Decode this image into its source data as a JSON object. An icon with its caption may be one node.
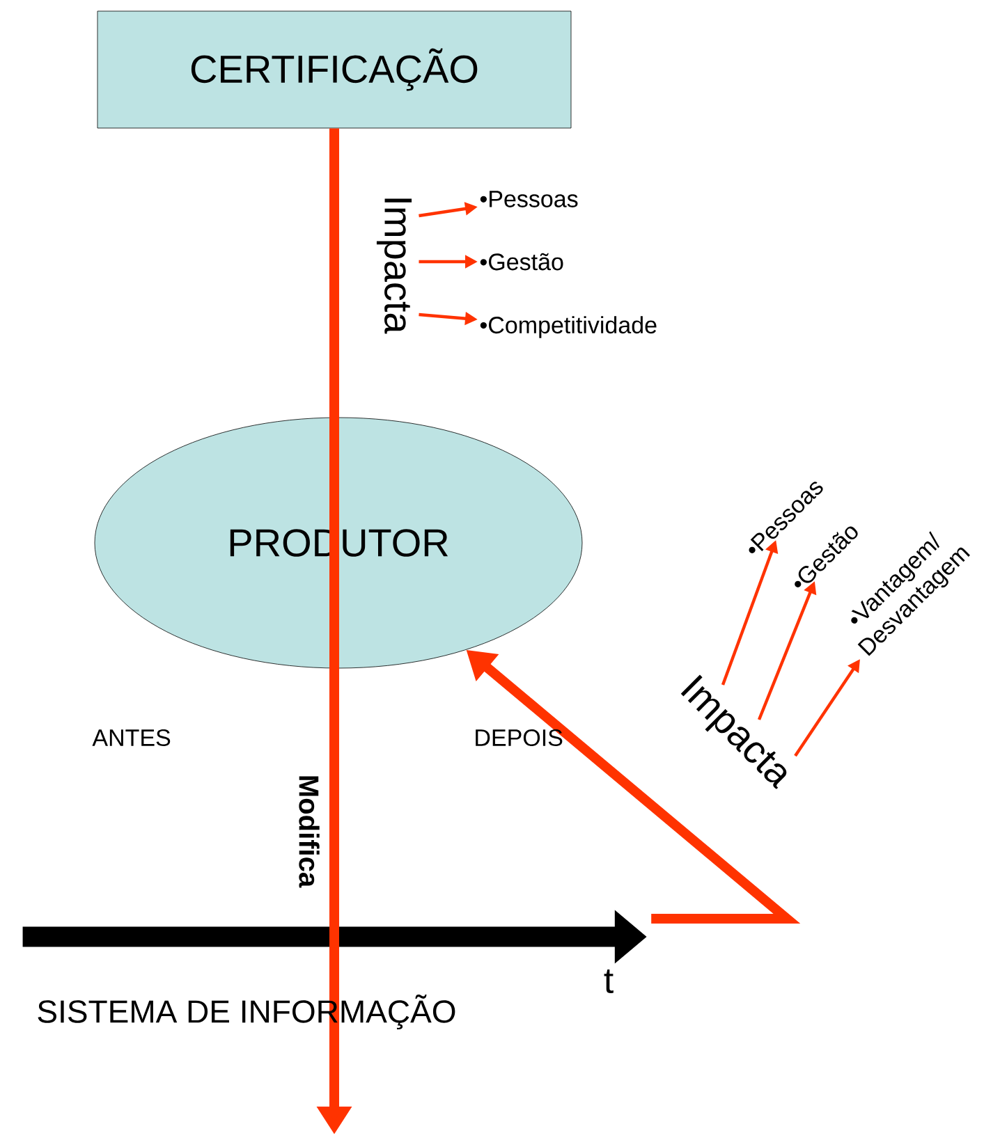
{
  "diagram": {
    "nodes": [
      {
        "text": [
          "CERTIFICAÇÃO"
        ]
      },
      {
        "text": [
          "PRODUTOR"
        ]
      },
      {
        "text": [
          "•Pessoas"
        ]
      },
      {
        "text": [
          "•Gestão"
        ]
      },
      {
        "text": [
          "•Competitividade"
        ]
      },
      {
        "text": [
          "•Pessoas"
        ]
      },
      {
        "text": [
          "•Gestão"
        ]
      },
      {
        "text": [
          "•Vantagem/ Desvantagem"
        ]
      },
      {
        "text": [
          "Impacta"
        ]
      },
      {
        "text": [
          "Impacta"
        ]
      },
      {
        "text": [],
        "shape": "arrow"
      }
    ],
    "edges": [
      {
        "from": 0,
        "to": null,
        "arrow": "to",
        "style": "thick"
      },
      {
        "from": 10,
        "to": 1,
        "arrow": "to",
        "style": "thick"
      },
      {
        "from": 8,
        "to": 2,
        "arrow": "to"
      },
      {
        "from": 8,
        "to": 3,
        "arrow": "to"
      },
      {
        "from": 8,
        "to": 4,
        "arrow": "to"
      },
      {
        "from": 9,
        "to": 5,
        "arrow": "to"
      },
      {
        "from": 9,
        "to": 6,
        "arrow": "to"
      },
      {
        "from": 9,
        "to": 7,
        "arrow": "to"
      }
    ],
    "labels": [
      "ANTES",
      "DEPOIS",
      "Modifica",
      "t",
      "SISTEMA DE INFORMAÇÃO"
    ]
  }
}
